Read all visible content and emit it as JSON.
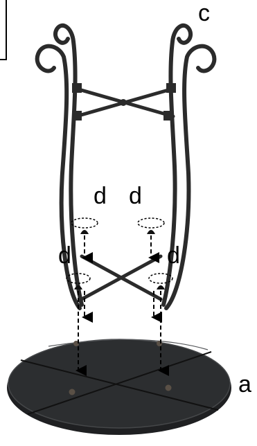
{
  "labels": {
    "legs": "c",
    "tabletop": "a",
    "bolt_upper_left": "d",
    "bolt_upper_right": "d",
    "bolt_lower_left": "d",
    "bolt_lower_right": "d"
  },
  "colors": {
    "iron": "#2b2b2b",
    "tabletop": "#26282a",
    "tabletop_edge": "#3a3c3e",
    "arrow": "#000000"
  }
}
